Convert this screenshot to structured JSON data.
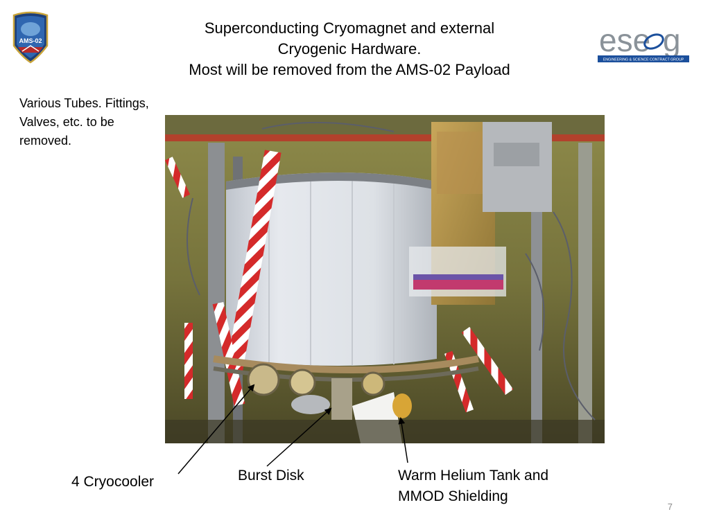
{
  "slide": {
    "title_lines": [
      "Superconducting Cryomagnet and external",
      "Cryogenic Hardware.",
      "Most will be removed from the AMS-02 Payload"
    ],
    "note_lines": [
      "Various Tubes. Fittings,",
      "Valves, etc.  to be",
      "removed."
    ],
    "labels": {
      "cryocooler": "4 Cryocooler",
      "burst_disk": "Burst Disk",
      "warm_helium_line1": "Warm Helium Tank and",
      "warm_helium_line2": "MMOD Shielding"
    },
    "page_number": "7"
  },
  "logos": {
    "left": {
      "text": "AMS-02",
      "icon": "ams-02-mission-patch"
    },
    "right": {
      "text": "ese",
      "letter": "g",
      "tagline": "ENGINEERING & SCIENCE CONTRACT GROUP",
      "icon": "escg-logo"
    }
  },
  "colors": {
    "logo_gray": "#8a9299",
    "logo_blue": "#1b4f9c",
    "magnet_panel": "#e3e6ea",
    "hazard_red": "#d42a2a"
  }
}
